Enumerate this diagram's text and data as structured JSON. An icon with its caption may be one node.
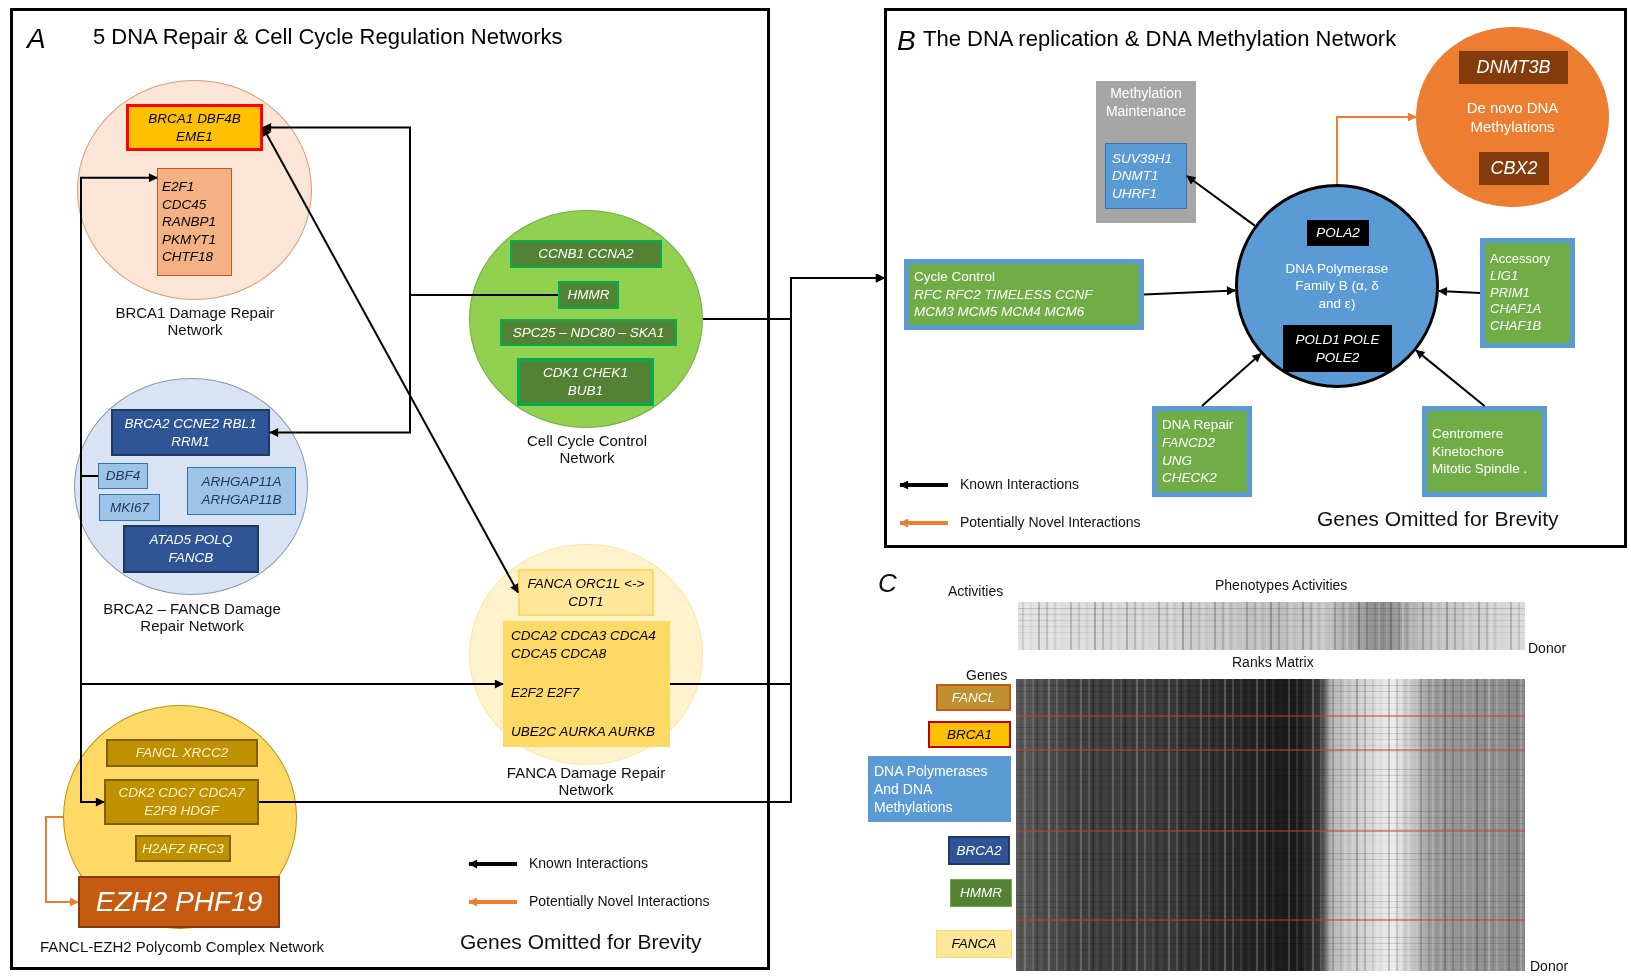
{
  "diagram": {
    "nodes": [
      {
        "text": [
          "A",
          "5 DNA Repair & Cell Cycle Regulation Networks"
        ]
      },
      {
        "text": [],
        "shape": "circle",
        "in": 0,
        "beside": [
          "BRCA1 Damage Repair Network"
        ]
      },
      {
        "text": [
          "BRCA1 DBF4B EME1"
        ],
        "in": 1
      },
      {
        "text": [
          "E2F1 CDC45 RANBP1 PKMYT1 CHTF18"
        ],
        "in": 1
      },
      {
        "text": [],
        "shape": "circle",
        "in": 0,
        "beside": [
          "Cell Cycle Control Network"
        ]
      },
      {
        "text": [
          "CCNB1 CCNA2"
        ],
        "in": 4
      },
      {
        "text": [
          "HMMR"
        ],
        "in": 4
      },
      {
        "text": [
          "SPC25 – NDC80 – SKA1"
        ],
        "in": 4
      },
      {
        "text": [
          "CDK1 CHEK1 BUB1"
        ],
        "in": 4
      },
      {
        "text": [],
        "shape": "circle",
        "in": 0,
        "beside": [
          "BRCA2 – FANCB Damage Repair Network"
        ]
      },
      {
        "text": [
          "BRCA2 CCNE2 RBL1 RRM1"
        ],
        "in": 9
      },
      {
        "text": [
          "DBF4"
        ],
        "in": 9
      },
      {
        "text": [
          "ARHGAP11A ARHGAP11B"
        ],
        "in": 9
      },
      {
        "text": [
          "MKI67"
        ],
        "in": 9
      },
      {
        "text": [
          "ATAD5 POLQ FANCB"
        ],
        "in": 9
      },
      {
        "text": [],
        "shape": "circle",
        "in": 0,
        "beside": [
          "FANCA Damage Repair Network"
        ]
      },
      {
        "text": [
          "FANCA ORC1L <-> CDT1"
        ],
        "in": 15
      },
      {
        "text": [
          "CDCA2 CDCA3 CDCA4 CDCA5 CDCA8",
          "E2F2 E2F7",
          "UBE2C AURKA AURKB"
        ],
        "in": 15
      },
      {
        "text": [],
        "shape": "circle",
        "in": 0,
        "beside": [
          "FANCL-EZH2 Polycomb Complex Network"
        ]
      },
      {
        "text": [
          "FANCL XRCC2"
        ],
        "in": 18
      },
      {
        "text": [
          "CDK2 CDC7 CDCA7 E2F8 HDGF"
        ],
        "in": 18
      },
      {
        "text": [
          "H2AFZ RFC3"
        ],
        "in": 18
      },
      {
        "text": [
          "EZH2 PHF19"
        ],
        "in": 18
      },
      {
        "text": [
          "B",
          "The DNA replication & DNA Methylation Network"
        ]
      },
      {
        "text": [
          "Methylation Maintenance"
        ],
        "in": 23
      },
      {
        "text": [
          "SUV39H1 DNMT1 UHRF1"
        ],
        "in": 24
      },
      {
        "text": [
          "De novo DNA Methylations"
        ],
        "in": 23
      },
      {
        "text": [
          "DNMT3B"
        ],
        "in": 26
      },
      {
        "text": [
          "CBX2"
        ],
        "in": 26
      },
      {
        "text": [
          "Cycle Control",
          "RFC RFC2 TIMELESS CCNF MCM3 MCM5 MCM4 MCM6"
        ],
        "in": 23
      },
      {
        "text": [
          "DNA Polymerase Family B (α, δ and ε)"
        ],
        "in": 23
      },
      {
        "text": [
          "POLA2"
        ],
        "in": 30
      },
      {
        "text": [
          "POLD1 POLE POLE2"
        ],
        "in": 30
      },
      {
        "text": [
          "Accessory",
          "LIG1 PRIM1 CHAF1A CHAF1B"
        ],
        "in": 23
      },
      {
        "text": [
          "DNA Repair",
          "FANCD2 UNG CHECK2"
        ],
        "in": 23
      },
      {
        "text": [
          "Centromere Kinetochore Mitotic Spindle ."
        ],
        "in": 23
      },
      {
        "text": [
          "FANCL"
        ]
      },
      {
        "text": [
          "BRCA1"
        ]
      },
      {
        "text": [
          "DNA Polymerases And DNA Methylations"
        ]
      },
      {
        "text": [
          "BRCA2"
        ]
      },
      {
        "text": [
          "HMMR"
        ]
      },
      {
        "text": [
          "FANCA"
        ]
      }
    ],
    "edges": [
      {
        "from": 6,
        "to": 2,
        "arrow": "to"
      },
      {
        "from": 6,
        "to": 10,
        "arrow": "to"
      },
      {
        "from": 2,
        "to": 16,
        "arrow": "both"
      },
      {
        "from": 11,
        "to": 3,
        "arrow": "to"
      },
      {
        "from": 11,
        "to": 17,
        "arrow": "to"
      },
      {
        "from": 11,
        "to": 20,
        "arrow": "to"
      },
      {
        "from": 4,
        "to": 23,
        "arrow": "to"
      },
      {
        "from": 17,
        "to": 23,
        "arrow": "to"
      },
      {
        "from": 20,
        "to": 23,
        "arrow": "to"
      },
      {
        "from": 18,
        "to": 22,
        "arrow": "to",
        "color": "#ed7d31"
      },
      {
        "from": 30,
        "to": 25,
        "arrow": "to"
      },
      {
        "from": 30,
        "to": 26,
        "arrow": "to",
        "color": "#ed7d31"
      },
      {
        "from": 29,
        "to": 30,
        "arrow": "to"
      },
      {
        "from": 33,
        "to": 30,
        "arrow": "to"
      },
      {
        "from": 34,
        "to": 30,
        "arrow": "to"
      },
      {
        "from": 35,
        "to": 30,
        "arrow": "to"
      }
    ],
    "labels": [
      "Genes Omitted for Brevity",
      "Genes Omitted for Brevity",
      "C",
      "Activities",
      "Phenotypes Activities",
      "Donor",
      "Ranks Matrix",
      "Genes",
      "Donor"
    ],
    "legend": [
      {
        "text": "Known Interactions"
      },
      {
        "text": "Potentially Novel Interactions"
      },
      {
        "text": "Known Interactions"
      },
      {
        "text": "Potentially Novel Interactions"
      }
    ]
  }
}
